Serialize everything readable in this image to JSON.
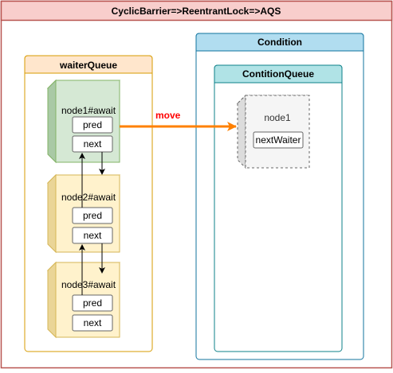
{
  "outer": {
    "title": "CyclicBarrier=>ReentrantLock=>AQS"
  },
  "waiter_queue": {
    "title": "waiterQueue",
    "nodes": [
      {
        "label": "node1#await",
        "pred": "pred",
        "next": "next"
      },
      {
        "label": "node2#await",
        "pred": "pred",
        "next": "next"
      },
      {
        "label": "node3#await",
        "pred": "pred",
        "next": "next"
      }
    ]
  },
  "condition": {
    "title": "Condition",
    "queue": {
      "title": "ContitionQueue",
      "node": {
        "label": "node1",
        "field": "nextWaiter"
      }
    }
  },
  "move_arrow": {
    "label": "move"
  },
  "colors": {
    "outer_header": "#f8cecc",
    "outer_border": "#b85450",
    "waiter_header": "#ffe6cc",
    "waiter_border": "#d79b00",
    "condition_header": "#b1ddf0",
    "condition_border": "#10739e",
    "queue_header": "#b0e3e6",
    "queue_border": "#0e8088",
    "node_active": "#d5e8d4",
    "node_active_border": "#82b366",
    "node_waiting": "#fff2cc",
    "node_waiting_border": "#d6b656",
    "node_moved": "#f5f5f5",
    "move_arrow": "#ff8000",
    "move_label": "#ff0000"
  }
}
